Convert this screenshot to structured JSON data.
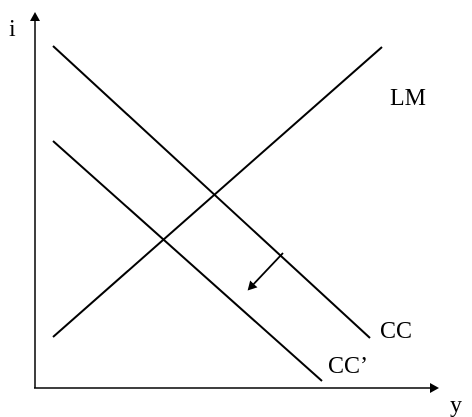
{
  "axes": {
    "y_axis_label": "i",
    "x_axis_label": "y"
  },
  "curves": {
    "lm_label": "LM",
    "cc_label": "CC",
    "cc_shifted_label": "CC’"
  },
  "colors": {
    "ink": "#000000",
    "background": "#ffffff"
  }
}
